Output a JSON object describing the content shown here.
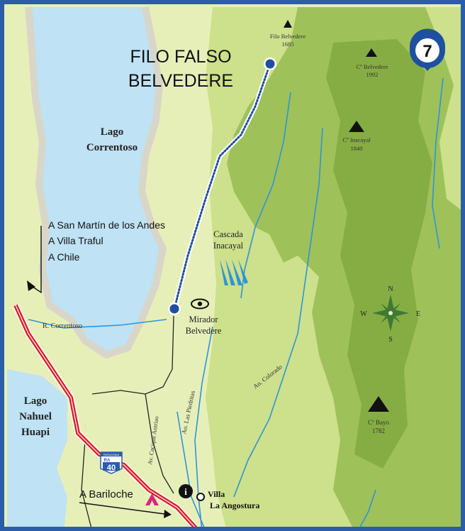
{
  "title": {
    "line1": "FILO FALSO",
    "line2": "BELVEDERE"
  },
  "route_badge": "7",
  "colors": {
    "frame": "#2b5da8",
    "lake": "#bfe2f4",
    "land_light": "#e7efb9",
    "land_mid": "#cde08b",
    "land_dark": "#9fc15a",
    "land_darker": "#86ad44",
    "river": "#2d95d6",
    "road": "#d92027",
    "trail": "#1f4fa0",
    "badge": "#1f4fa0",
    "compass": "#3f7a33"
  },
  "lakes": [
    {
      "name_line1": "Lago",
      "name_line2": "Correntoso"
    },
    {
      "name_line1": "Lago",
      "name_line2": "Nahuel",
      "name_line3": "Huapi"
    }
  ],
  "peaks": [
    {
      "name": "Filo Belvedere",
      "elevation": "1685"
    },
    {
      "name": "Cº Belvedere",
      "elevation": "1992"
    },
    {
      "name": "Cº Inacayal",
      "elevation": "1840"
    },
    {
      "name": "Cº Bayo",
      "elevation": "1782"
    }
  ],
  "pois": {
    "waterfall_line1": "Cascada",
    "waterfall_line2": "Inacayal",
    "viewpoint_line1": "Mirador",
    "viewpoint_line2": "Belvedere",
    "town_line1": "Villa",
    "town_line2": "La Angostura",
    "info_symbol": "i"
  },
  "rivers": {
    "correntoso": "R. Correntoso",
    "piedritas": "Ao. Las Piedritas",
    "colorado": "Ao. Colorado",
    "cacique": "Av. Cacique Antriao"
  },
  "directions": {
    "line1": "A San Martín de los Andes",
    "line2": "A Villa Traful",
    "line3": "A Chile",
    "bariloche": "A Bariloche"
  },
  "route_shield": {
    "top": "PATAGONIA",
    "mid": "RA",
    "number": "40"
  },
  "compass": {
    "n": "N",
    "s": "S",
    "e": "E",
    "w": "W"
  }
}
